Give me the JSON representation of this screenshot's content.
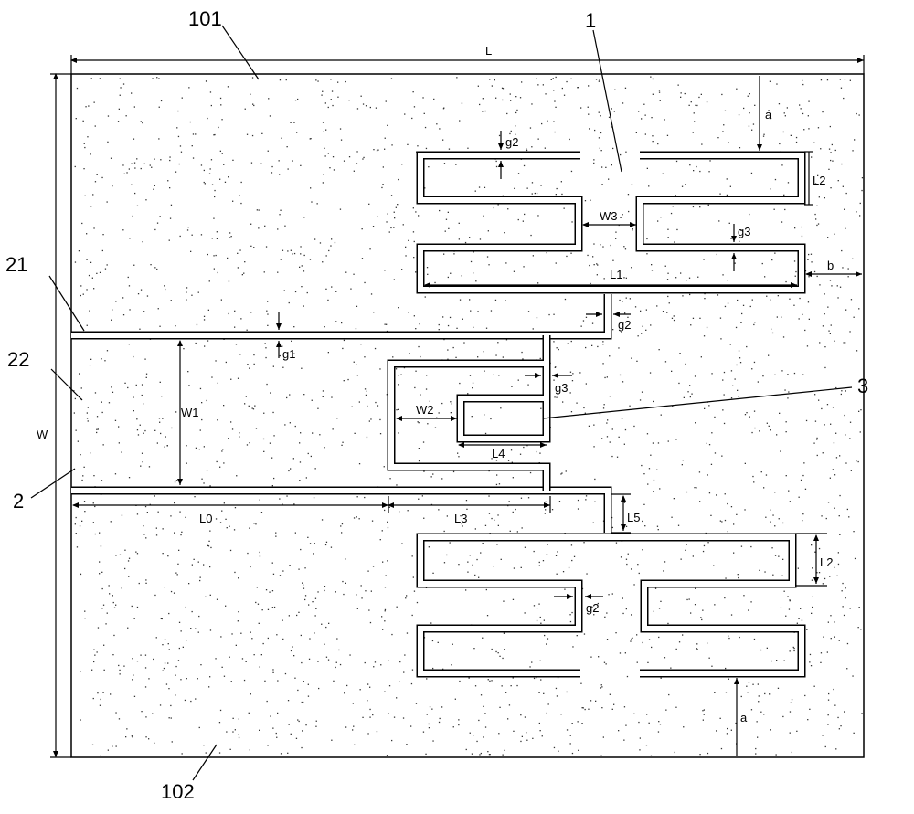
{
  "diagram": {
    "refs": {
      "top_ground": "101",
      "bottom_ground": "102",
      "resonator": "1",
      "feed": "2",
      "feed_gap": "21",
      "feed_line": "22",
      "stub": "3"
    },
    "dims": {
      "L": "L",
      "W": "W",
      "a_top": "a",
      "a_bottom": "a",
      "b": "b",
      "L0": "L0",
      "L1": "L1",
      "L2_top": "L2",
      "L2_bottom": "L2",
      "L3": "L3",
      "L4": "L4",
      "L5": "L5",
      "W1": "W1",
      "W2": "W2",
      "W3": "W3",
      "g1": "g1",
      "g2_top": "g2",
      "g2_mid": "g2",
      "g2_bottom": "g2",
      "g3_top": "g3",
      "g3_mid": "g3"
    },
    "colors": {
      "substrate": "#ffffff",
      "outline": "#000000",
      "stipple": "#333333"
    }
  }
}
